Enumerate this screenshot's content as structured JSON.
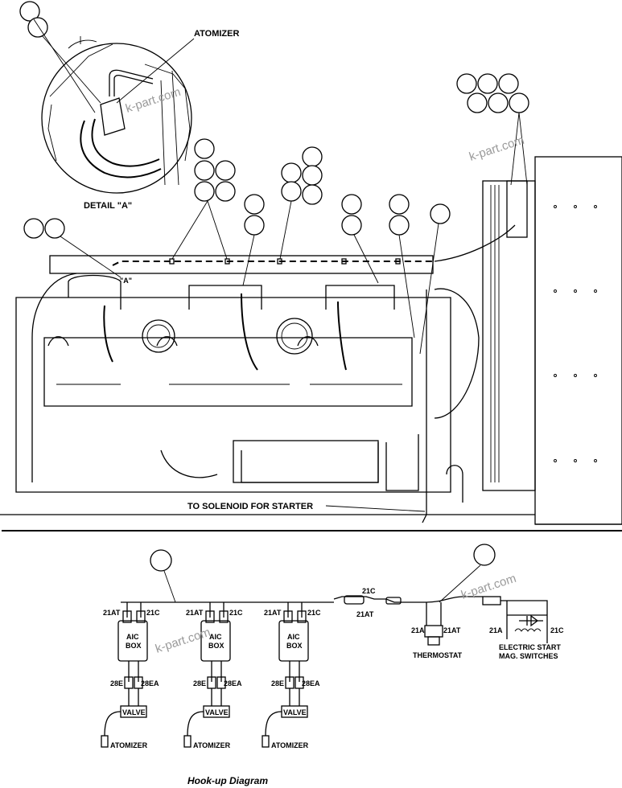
{
  "labels": {
    "atomizer_top": "ATOMIZER",
    "detail_a": "DETAIL \"A\"",
    "a_marker": "\"A\"",
    "to_solenoid": "TO SOLENOID FOR STARTER",
    "caption": "Hook-up Diagram",
    "wire_21c_center": "21C",
    "wire_21at_center": "21AT",
    "thermostat": "THERMOSTAT",
    "thermo_21a": "21A",
    "thermo_21at": "21AT",
    "switch_21a": "21A",
    "switch_21c": "21C",
    "switch_name_line1": "ELECTRIC START",
    "switch_name_line2": "MAG. SWITCHES"
  },
  "watermarks": [
    "k-part.com",
    "k-part.com",
    "k-part.com",
    "k-part.com"
  ],
  "units": [
    {
      "w_in": "21AT",
      "w_in2": "21C",
      "box1": "AIC",
      "box2": "BOX",
      "w_out": "28E",
      "w_out2": "28EA",
      "valve": "VALVE",
      "atomizer": "ATOMIZER"
    },
    {
      "w_in": "21AT",
      "w_in2": "21C",
      "box1": "AIC",
      "box2": "BOX",
      "w_out": "28E",
      "w_out2": "28EA",
      "valve": "VALVE",
      "atomizer": "ATOMIZER"
    },
    {
      "w_in": "21AT",
      "w_in2": "21C",
      "box1": "AIC",
      "box2": "BOX",
      "w_out": "28E",
      "w_out2": "28EA",
      "valve": "VALVE",
      "atomizer": "ATOMIZER"
    }
  ]
}
